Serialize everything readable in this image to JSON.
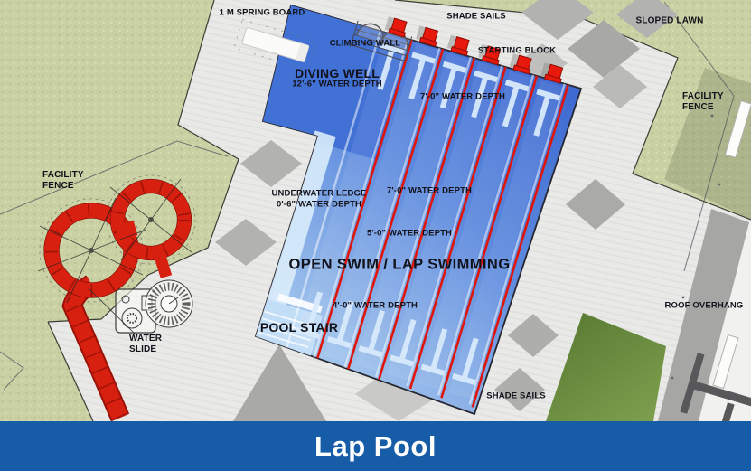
{
  "title_bar": {
    "label": "Lap Pool"
  },
  "labels": {
    "spring_board": "1 M SPRING BOARD",
    "shade_sails_top": "SHADE SAILS",
    "climbing_wall": "CLIMBING WALL",
    "starting_block": "STARTING BLOCK",
    "sloped_lawn": "SLOPED LAWN",
    "diving_well": "DIVING WELL",
    "diving_well_depth": "12'-6\" WATER DEPTH",
    "depth_7_upper": "7'-0\" WATER DEPTH",
    "facility_fence_right": "FACILITY FENCE",
    "facility_fence_left": "FACILITY FENCE",
    "underwater_ledge": "UNDERWATER LEDGE",
    "underwater_ledge_depth": "0'-6\" WATER DEPTH",
    "depth_7_mid": "7'-0\" WATER DEPTH",
    "depth_5": "5'-0\" WATER DEPTH",
    "open_swim": "OPEN SWIM / LAP SWIMMING",
    "depth_4": "4'-0\" WATER DEPTH",
    "pool_stair": "POOL STAIR",
    "water_slide": "WATER SLIDE",
    "roof_overhang": "ROOF OVERHANG",
    "shade_sails_bottom": "SHADE SAILS"
  },
  "colors": {
    "titlebar": "#175CA6",
    "label": "#12121b",
    "deck": "#e9e9e7",
    "lawn": "#c9d1a5",
    "pool_deep": "#3a65cf",
    "pool_shallow": "#b3d3f0",
    "diving_well": "#4271d6",
    "lane_rope_red": "#e0150a",
    "slide_red": "#d7200f",
    "turf_green": "#6f923f",
    "shade_sail_gray": "#b2b2b0"
  }
}
